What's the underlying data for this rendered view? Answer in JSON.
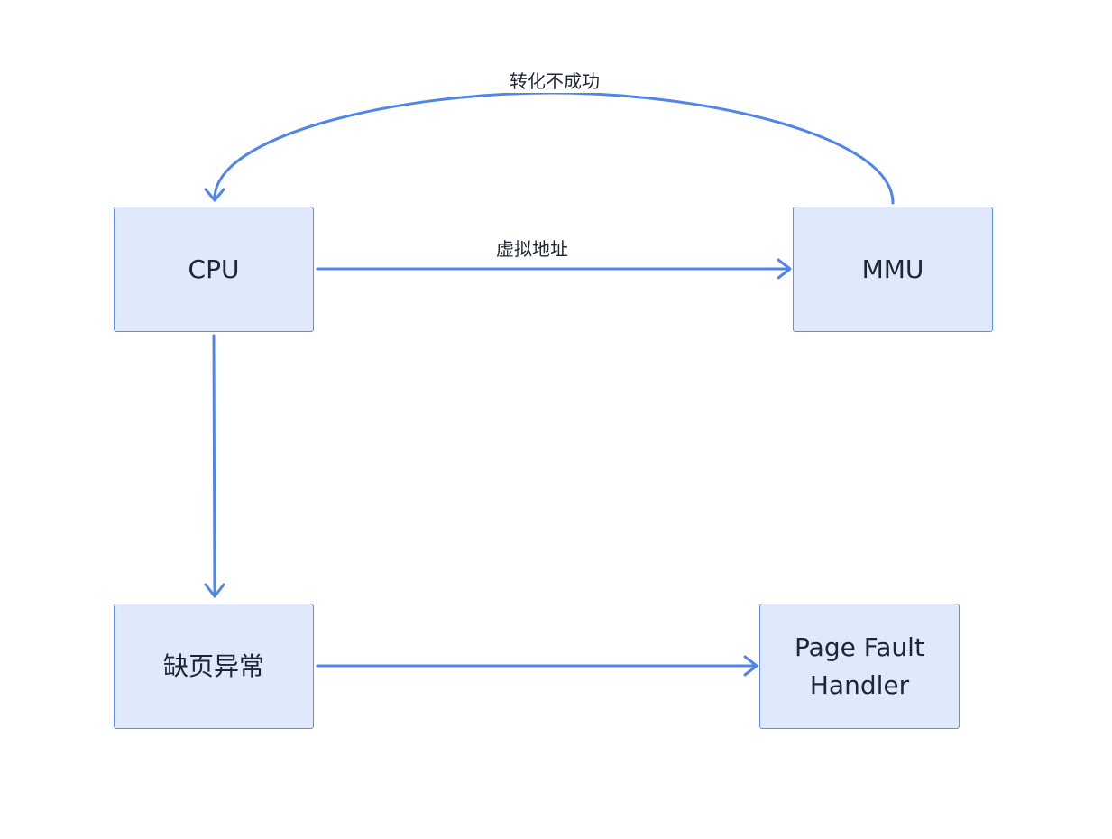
{
  "nodes": {
    "cpu": "CPU",
    "mmu": "MMU",
    "page_fault": "缺页异常",
    "page_fault_handler": "Page Fault\nHandler"
  },
  "edges": {
    "cpu_to_mmu_label": "虚拟地址",
    "mmu_to_cpu_label": "转化不成功"
  },
  "colors": {
    "node_fill": "#e0e9fc",
    "node_border": "#5b8ff0",
    "edge": "#4f86ec",
    "text": "#1f2633"
  }
}
